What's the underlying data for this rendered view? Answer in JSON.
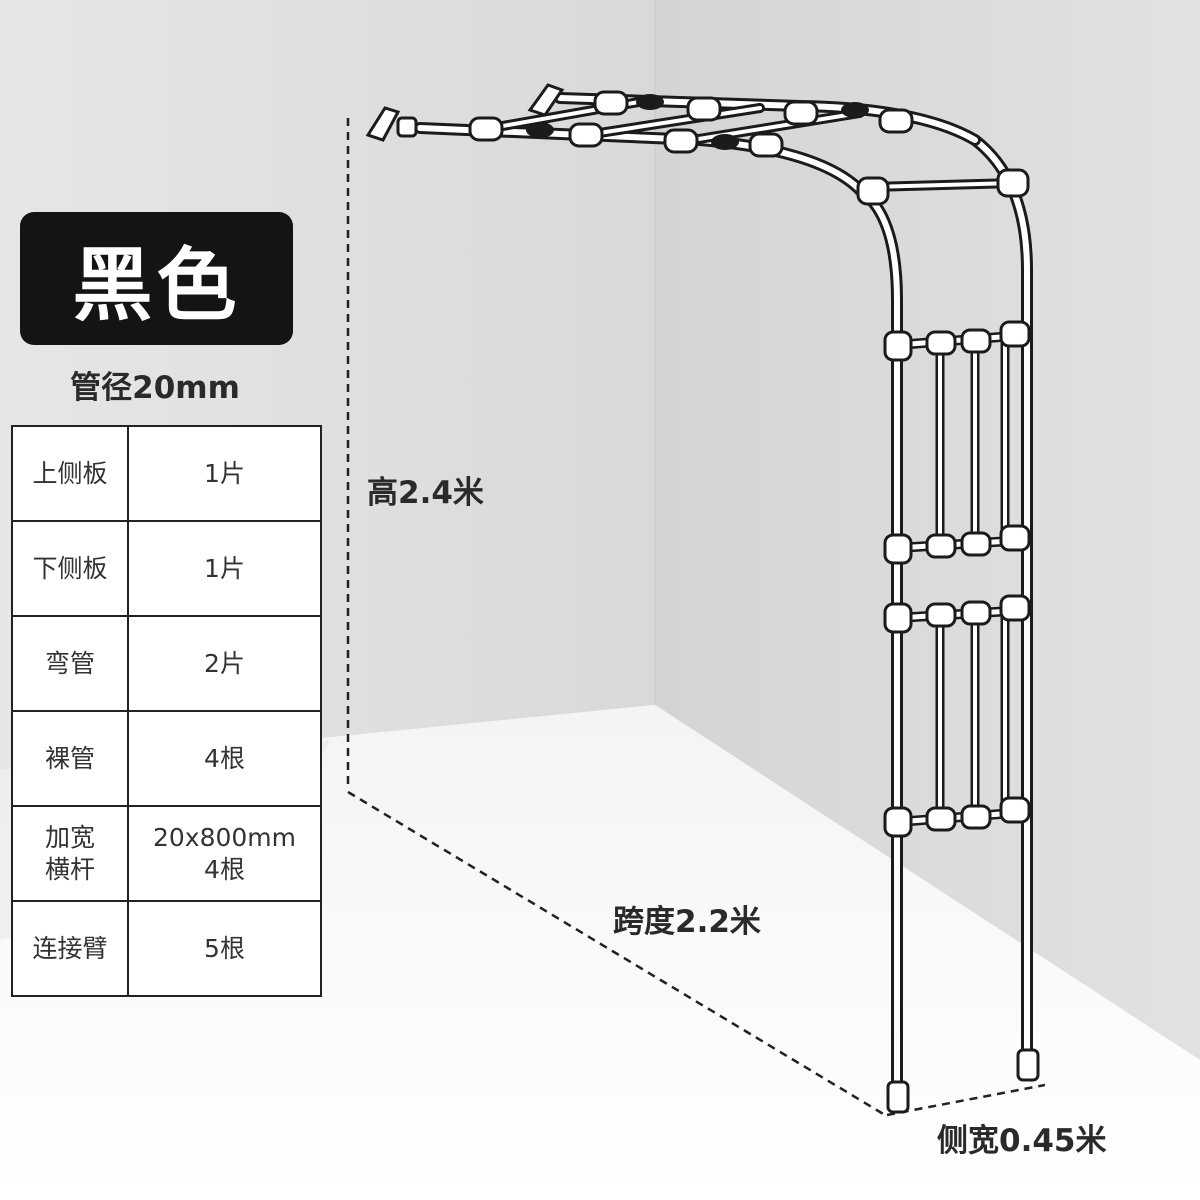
{
  "color_label": "黑色",
  "pipe_diameter": "管径20mm",
  "parts": [
    {
      "name": [
        "上侧板"
      ],
      "qty": [
        "1片"
      ]
    },
    {
      "name": [
        "下侧板"
      ],
      "qty": [
        "1片"
      ]
    },
    {
      "name": [
        "弯管"
      ],
      "qty": [
        "2片"
      ]
    },
    {
      "name": [
        "裸管"
      ],
      "qty": [
        "4根"
      ]
    },
    {
      "name": [
        "加宽",
        "横杆"
      ],
      "qty": [
        "20x800mm",
        "4根"
      ]
    },
    {
      "name": [
        "连接臂"
      ],
      "qty": [
        "5根"
      ]
    }
  ],
  "dimensions": {
    "height": "高2.4米",
    "span": "跨度2.2米",
    "side_width": "侧宽0.45米"
  }
}
